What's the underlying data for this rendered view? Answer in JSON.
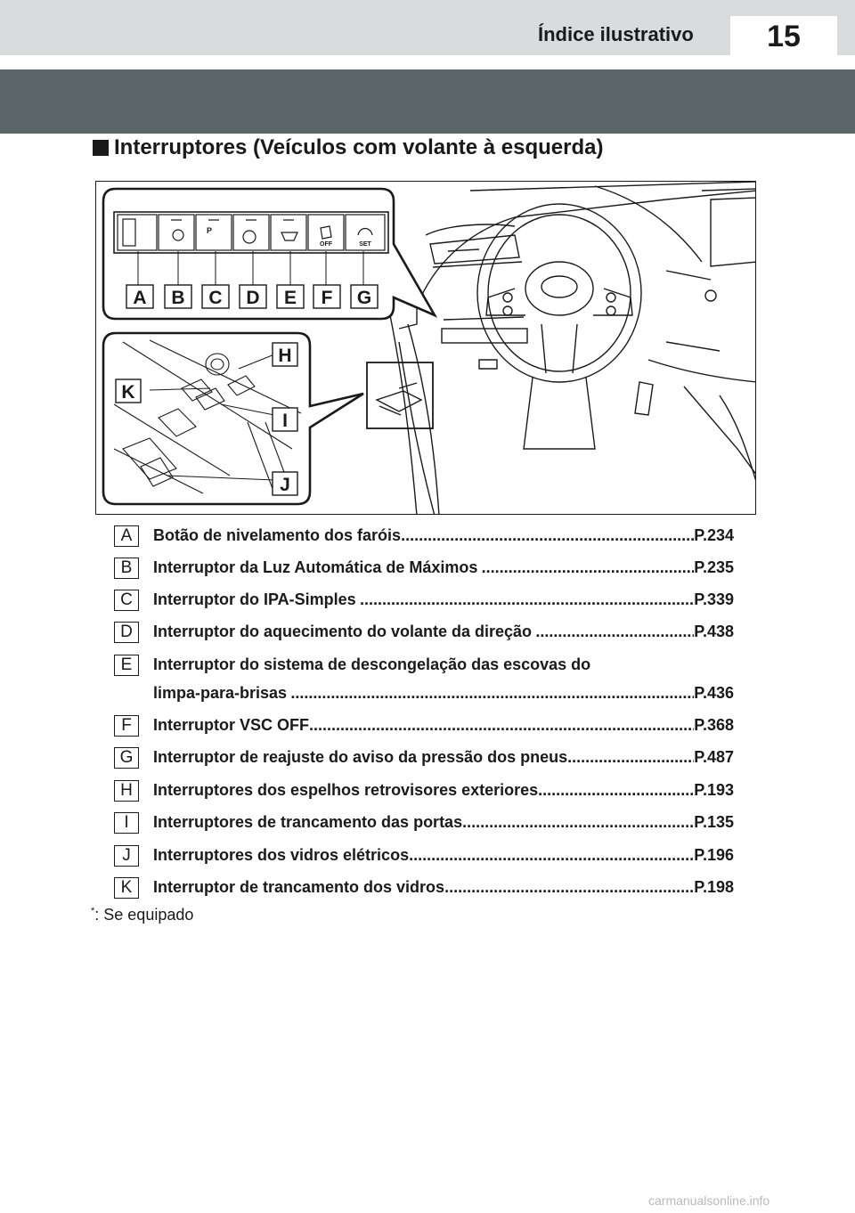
{
  "header": {
    "section_title": "Índice ilustrativo",
    "page_number": "15"
  },
  "heading": "Interruptores (Veículos com volante à esquerda)",
  "figure": {
    "callouts_top": [
      "A",
      "B",
      "C",
      "D",
      "E",
      "F",
      "G"
    ],
    "callouts_side": [
      "H",
      "K",
      "I",
      "J"
    ],
    "button_labels": [
      "OFF",
      "SET",
      "P"
    ]
  },
  "items": [
    {
      "letter": "A",
      "text": "Botão de nivelamento dos faróis",
      "sup": "",
      "ref": "P.234"
    },
    {
      "letter": "B",
      "text": "Interruptor da Luz Automática de Máximos",
      "sup": "*",
      "ref": "P.235"
    },
    {
      "letter": "C",
      "text": "Interruptor do IPA-Simples",
      "sup": "*",
      "ref": "P.339"
    },
    {
      "letter": "D",
      "text": "Interruptor do aquecimento do volante da direção",
      "sup": "*",
      "ref": "P.438"
    },
    {
      "letter": "E",
      "text_line1": "Interruptor do sistema de descongelação das escovas do",
      "text": "limpa-para-brisas",
      "sup": "*",
      "ref": "P.436"
    },
    {
      "letter": "F",
      "text": "Interruptor VSC OFF",
      "sup": "",
      "ref": "P.368"
    },
    {
      "letter": "G",
      "text": "Interruptor de reajuste do aviso da pressão dos pneus",
      "sup": "",
      "ref": "P.487"
    },
    {
      "letter": "H",
      "text": "Interruptores dos espelhos retrovisores exteriores",
      "sup": "",
      "ref": "P.193"
    },
    {
      "letter": "I",
      "text": "Interruptores de trancamento das portas",
      "sup": "",
      "ref": "P.135"
    },
    {
      "letter": "J",
      "text": "Interruptores dos vidros elétricos",
      "sup": "",
      "ref": "P.196"
    },
    {
      "letter": "K",
      "text": "Interruptor de trancamento dos vidros",
      "sup": "",
      "ref": "P.198"
    }
  ],
  "footnote": {
    "mark": "*",
    "text": ": Se equipado"
  },
  "watermark": "carmanualsonline.info"
}
